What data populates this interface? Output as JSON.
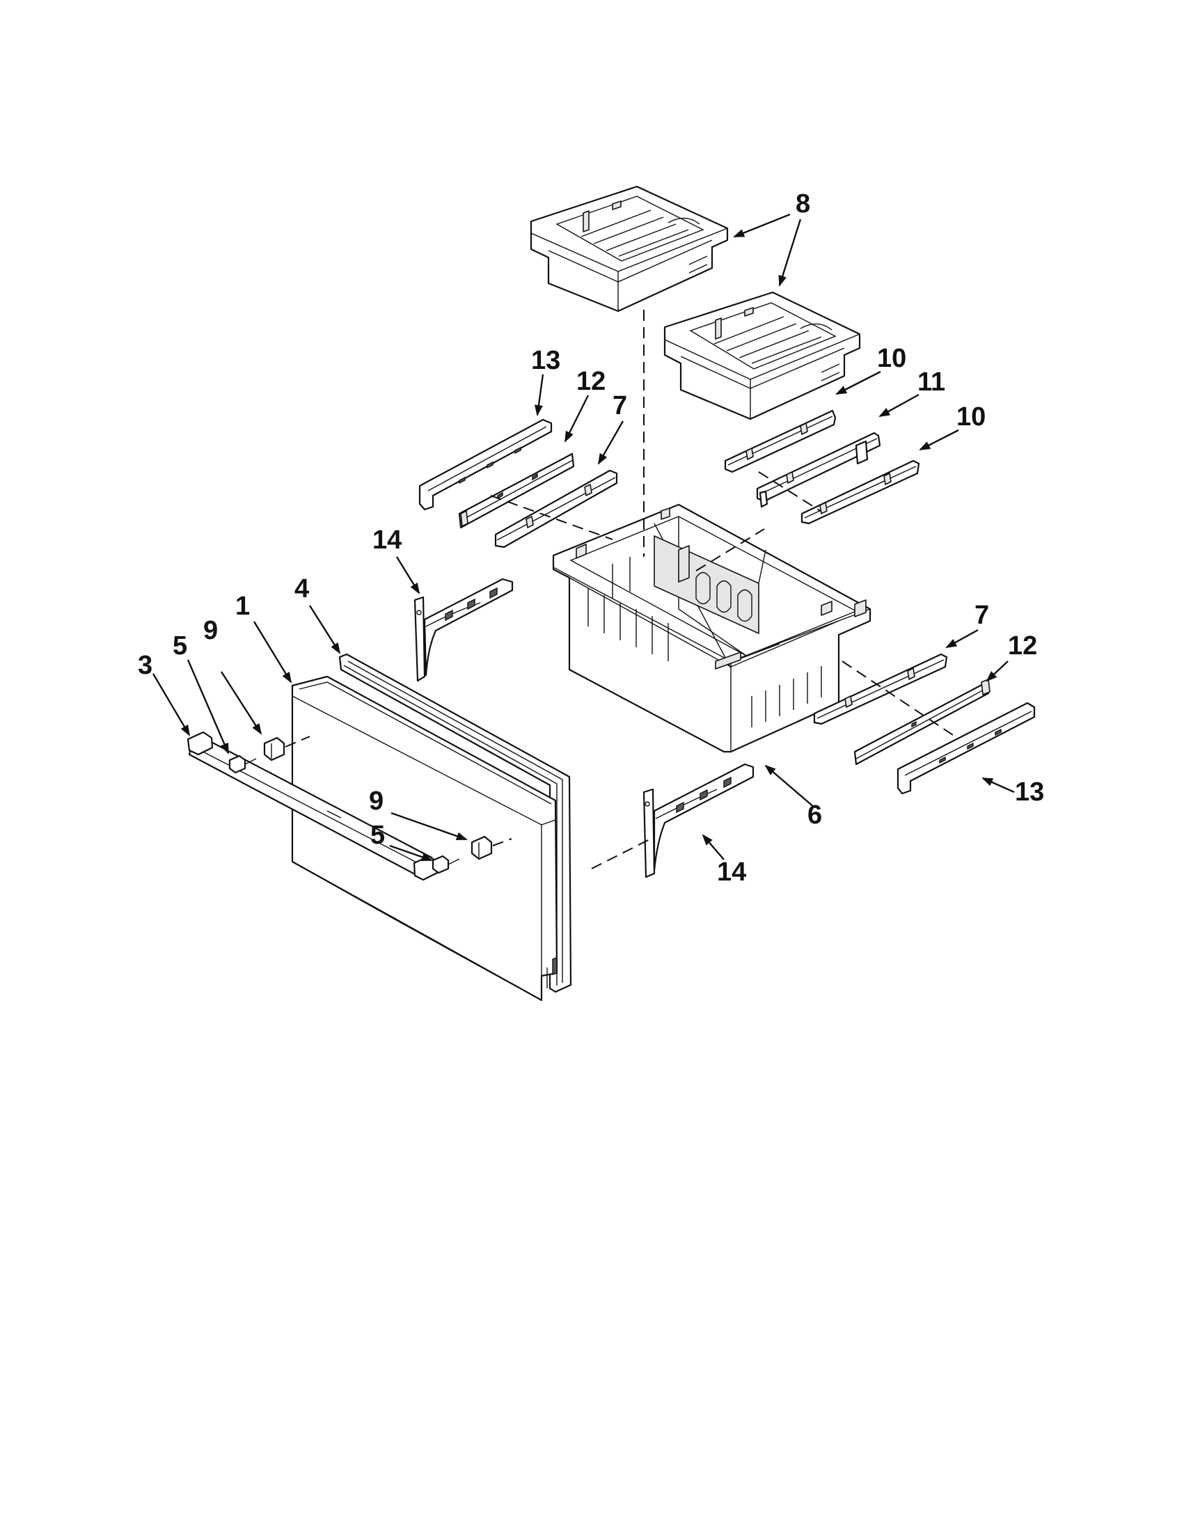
{
  "callouts": {
    "c1": "1",
    "c3": "3",
    "c4": "4",
    "c5a": "5",
    "c5b": "5",
    "c6": "6",
    "c7a": "7",
    "c7b": "7",
    "c8": "8",
    "c9a": "9",
    "c9b": "9",
    "c10a": "10",
    "c10b": "10",
    "c11": "11",
    "c12a": "12",
    "c12b": "12",
    "c13a": "13",
    "c13b": "13",
    "c14a": "14",
    "c14b": "14"
  }
}
